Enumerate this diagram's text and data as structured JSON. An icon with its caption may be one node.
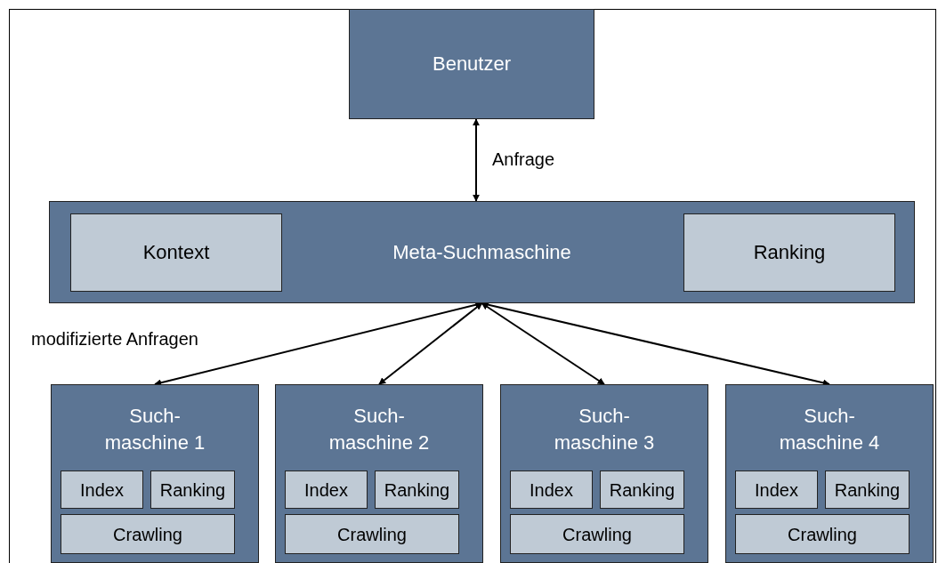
{
  "diagram": {
    "nodes": [
      {
        "text": [
          "Benutzer"
        ]
      },
      {
        "text": [
          "Meta-Suchmaschine"
        ]
      },
      {
        "text": [
          "Kontext"
        ],
        "in": 1
      },
      {
        "text": [
          "Ranking"
        ],
        "in": 1
      },
      {
        "text": [
          "Such- maschine 1"
        ]
      },
      {
        "text": [
          "Index"
        ],
        "in": 4
      },
      {
        "text": [
          "Ranking"
        ],
        "in": 4
      },
      {
        "text": [
          "Crawling"
        ],
        "in": 4
      },
      {
        "text": [
          "Such- maschine 2"
        ]
      },
      {
        "text": [
          "Index"
        ],
        "in": 8
      },
      {
        "text": [
          "Ranking"
        ],
        "in": 8
      },
      {
        "text": [
          "Crawling"
        ],
        "in": 8
      },
      {
        "text": [
          "Such- maschine 3"
        ]
      },
      {
        "text": [
          "Index"
        ],
        "in": 12
      },
      {
        "text": [
          "Ranking"
        ],
        "in": 12
      },
      {
        "text": [
          "Crawling"
        ],
        "in": 12
      },
      {
        "text": [
          "Such- maschine 4"
        ]
      },
      {
        "text": [
          "Index"
        ],
        "in": 16
      },
      {
        "text": [
          "Ranking"
        ],
        "in": 16
      },
      {
        "text": [
          "Crawling"
        ],
        "in": 16
      }
    ],
    "edges": [
      {
        "from": 0,
        "to": 1,
        "arrow": "both",
        "label": "Anfrage"
      },
      {
        "from": 1,
        "to": 4,
        "arrow": "both",
        "label": "modifizierte Anfragen"
      },
      {
        "from": 1,
        "to": 8,
        "arrow": "both"
      },
      {
        "from": 1,
        "to": 12,
        "arrow": "both"
      },
      {
        "from": 1,
        "to": 16,
        "arrow": "both"
      }
    ]
  }
}
